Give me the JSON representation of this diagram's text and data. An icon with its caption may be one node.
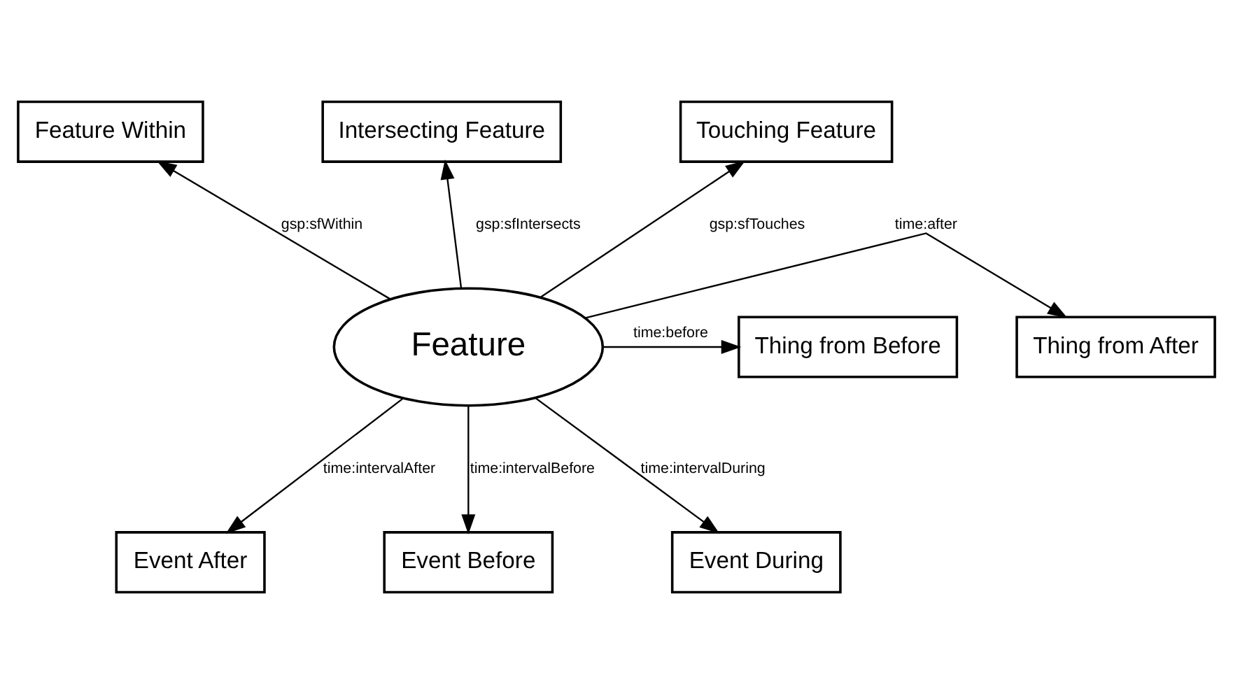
{
  "diagram": {
    "nodes": [
      {
        "text": [
          "Intersecting Feature"
        ]
      },
      {
        "text": [
          "Feature Within"
        ]
      },
      {
        "text": [
          "Touching Feature"
        ]
      },
      {
        "text": [
          "Thing from After"
        ]
      },
      {
        "text": [
          "Feature"
        ]
      },
      {
        "text": [
          "Thing from Before"
        ]
      },
      {
        "text": [
          "Event After"
        ]
      },
      {
        "text": [
          "Event During"
        ]
      },
      {
        "text": [
          "Event Before"
        ]
      }
    ],
    "edges": [
      {
        "from": 4,
        "to": 1,
        "arrow": "to",
        "label": "gsp:sfWithin"
      },
      {
        "from": 4,
        "to": 0,
        "arrow": "to",
        "label": "gsp:sfIntersects"
      },
      {
        "from": 4,
        "to": 2,
        "arrow": "to",
        "label": "gsp:sfTouches"
      },
      {
        "from": 4,
        "to": 5,
        "arrow": "to",
        "label": "time:before"
      },
      {
        "from": 4,
        "to": 3,
        "arrow": "to",
        "label": "time:after"
      },
      {
        "from": 4,
        "to": 6,
        "arrow": "to",
        "label": "time:intervalAfter"
      },
      {
        "from": 4,
        "to": 8,
        "arrow": "to",
        "label": "time:intervalBefore"
      },
      {
        "from": 4,
        "to": 7,
        "arrow": "to",
        "label": "time:intervalDuring"
      }
    ]
  }
}
